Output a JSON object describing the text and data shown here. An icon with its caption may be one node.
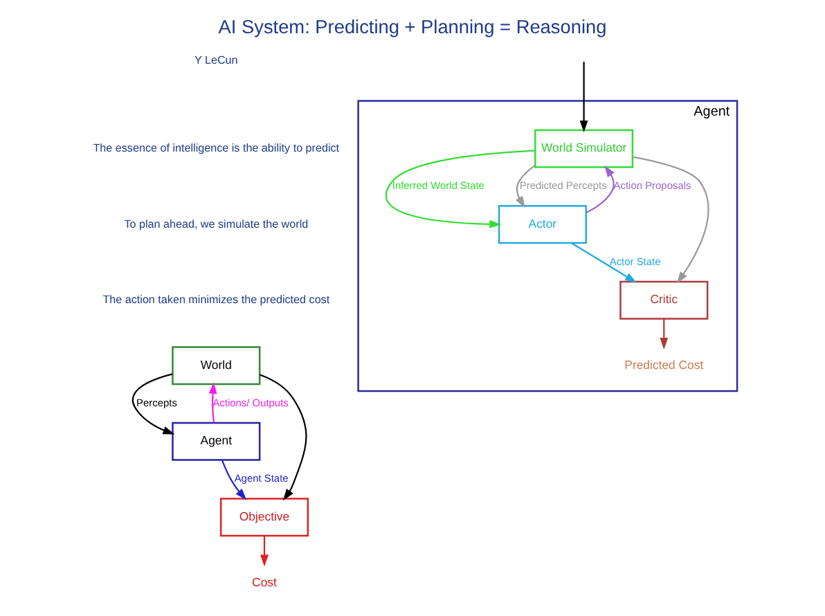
{
  "diagram": {
    "title": "AI System: Predicting + Planning = Reasoning",
    "nodes": [
      {
        "text": [
          "Agent"
        ]
      },
      {
        "text": [
          "World Simulator"
        ],
        "in": 0
      },
      {
        "text": [
          "Actor"
        ],
        "in": 0
      },
      {
        "text": [
          "Critic"
        ],
        "in": 0
      },
      {
        "text": [
          "Predicted Cost"
        ],
        "in": 0
      },
      {
        "text": [
          "World"
        ]
      },
      {
        "text": [
          "Agent"
        ]
      },
      {
        "text": [
          "Objective"
        ]
      },
      {
        "text": [
          "Cost"
        ]
      }
    ],
    "edges": [
      {
        "from": null,
        "to": 1,
        "arrow": "to"
      },
      {
        "from": 1,
        "to": 2,
        "arrow": "to",
        "label": "Inferred World State",
        "color": "#33dd33"
      },
      {
        "from": 1,
        "to": 2,
        "arrow": "to",
        "label": "Predicted Percepts",
        "color": "#999999"
      },
      {
        "from": 1,
        "to": 3,
        "arrow": "to",
        "color": "#999999"
      },
      {
        "from": 2,
        "to": 1,
        "arrow": "to",
        "label": "Action Proposals",
        "color": "#9966cc"
      },
      {
        "from": 2,
        "to": 3,
        "arrow": "to",
        "label": "Actor State",
        "color": "#22aadd"
      },
      {
        "from": 3,
        "to": 4,
        "arrow": "to",
        "color": "#b03a3a"
      },
      {
        "from": 5,
        "to": 6,
        "arrow": "to",
        "label": "Percepts"
      },
      {
        "from": 5,
        "to": 7,
        "arrow": "to"
      },
      {
        "from": 6,
        "to": 5,
        "arrow": "to",
        "label": "Actions/ Outputs",
        "color": "#ee22ee"
      },
      {
        "from": 6,
        "to": 7,
        "arrow": "to",
        "label": "Agent State",
        "color": "#2222cc"
      },
      {
        "from": 7,
        "to": 8,
        "arrow": "to",
        "color": "#dd2222"
      }
    ],
    "labels": [
      "Y LeCun",
      "The essence of intelligence is the ability to predict",
      "To plan ahead, we simulate the world",
      "The action taken minimizes the predicted cost"
    ]
  }
}
